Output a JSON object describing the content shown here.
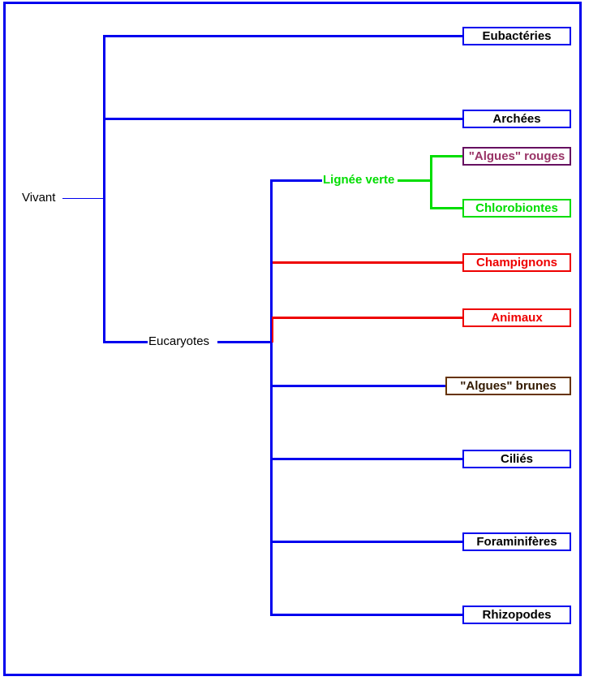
{
  "diagram": {
    "type": "phylogenetic-tree",
    "root": {
      "label": "Vivant"
    },
    "internal_nodes": {
      "eucaryotes": {
        "label": "Eucaryotes"
      },
      "lignee_verte": {
        "label": "Lignée verte"
      }
    },
    "taxa": [
      {
        "label": "Eubactéries"
      },
      {
        "label": "Archées"
      },
      {
        "label": "\"Algues\" rouges"
      },
      {
        "label": "Chlorobiontes"
      },
      {
        "label": "Champignons"
      },
      {
        "label": "Animaux"
      },
      {
        "label": "\"Algues\" brunes"
      },
      {
        "label": "Ciliés"
      },
      {
        "label": "Foraminifères"
      },
      {
        "label": "Rhizopodes"
      }
    ],
    "colors": {
      "frame_and_default_branch": "#0000EE",
      "red_branch": "#EE0000",
      "green_branch": "#00DD00",
      "algues_rouges_border": "#661060",
      "algues_rouges_text": "#993366",
      "algues_brunes_border": "#663300",
      "algues_brunes_text": "#331A00",
      "label_text": "#000000",
      "background": "#FFFFFF"
    }
  }
}
